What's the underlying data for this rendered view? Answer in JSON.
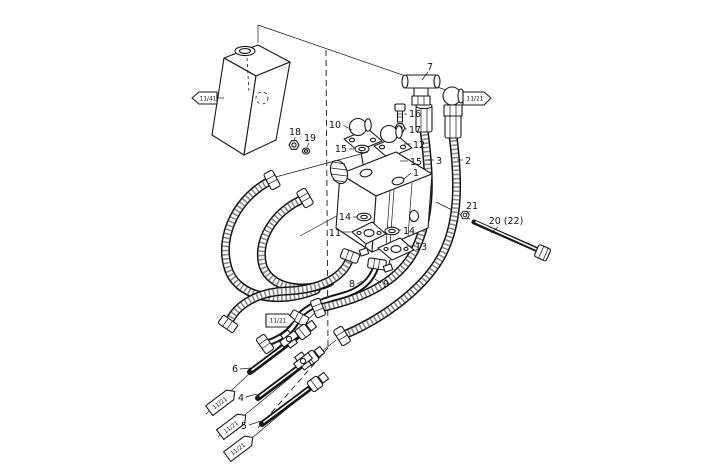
{
  "figure": {
    "kind": "exploded-parts-diagram",
    "subject": "hydraulic reservoir, tandem pump, hoses and fittings"
  },
  "colors": {
    "line": "#1a1a1a",
    "background": "#ffffff"
  },
  "callouts": {
    "1": "1",
    "2": "2",
    "3": "3",
    "4": "4",
    "5": "5",
    "6": "6",
    "7": "7",
    "8": "8",
    "9": "9",
    "10": "10",
    "11": "11",
    "12": "12",
    "13": "13",
    "14a": "14",
    "14b": "14",
    "15a": "15",
    "15b": "15",
    "16": "16",
    "17": "17",
    "18": "18",
    "19": "19",
    "20": "20 (22)",
    "21": "21"
  },
  "ref_tags": {
    "tank": "11/41",
    "elbow": "11/21",
    "mid": "11/21",
    "rod6": "11/21",
    "rod4": "11/21",
    "rod5": "11/21"
  }
}
